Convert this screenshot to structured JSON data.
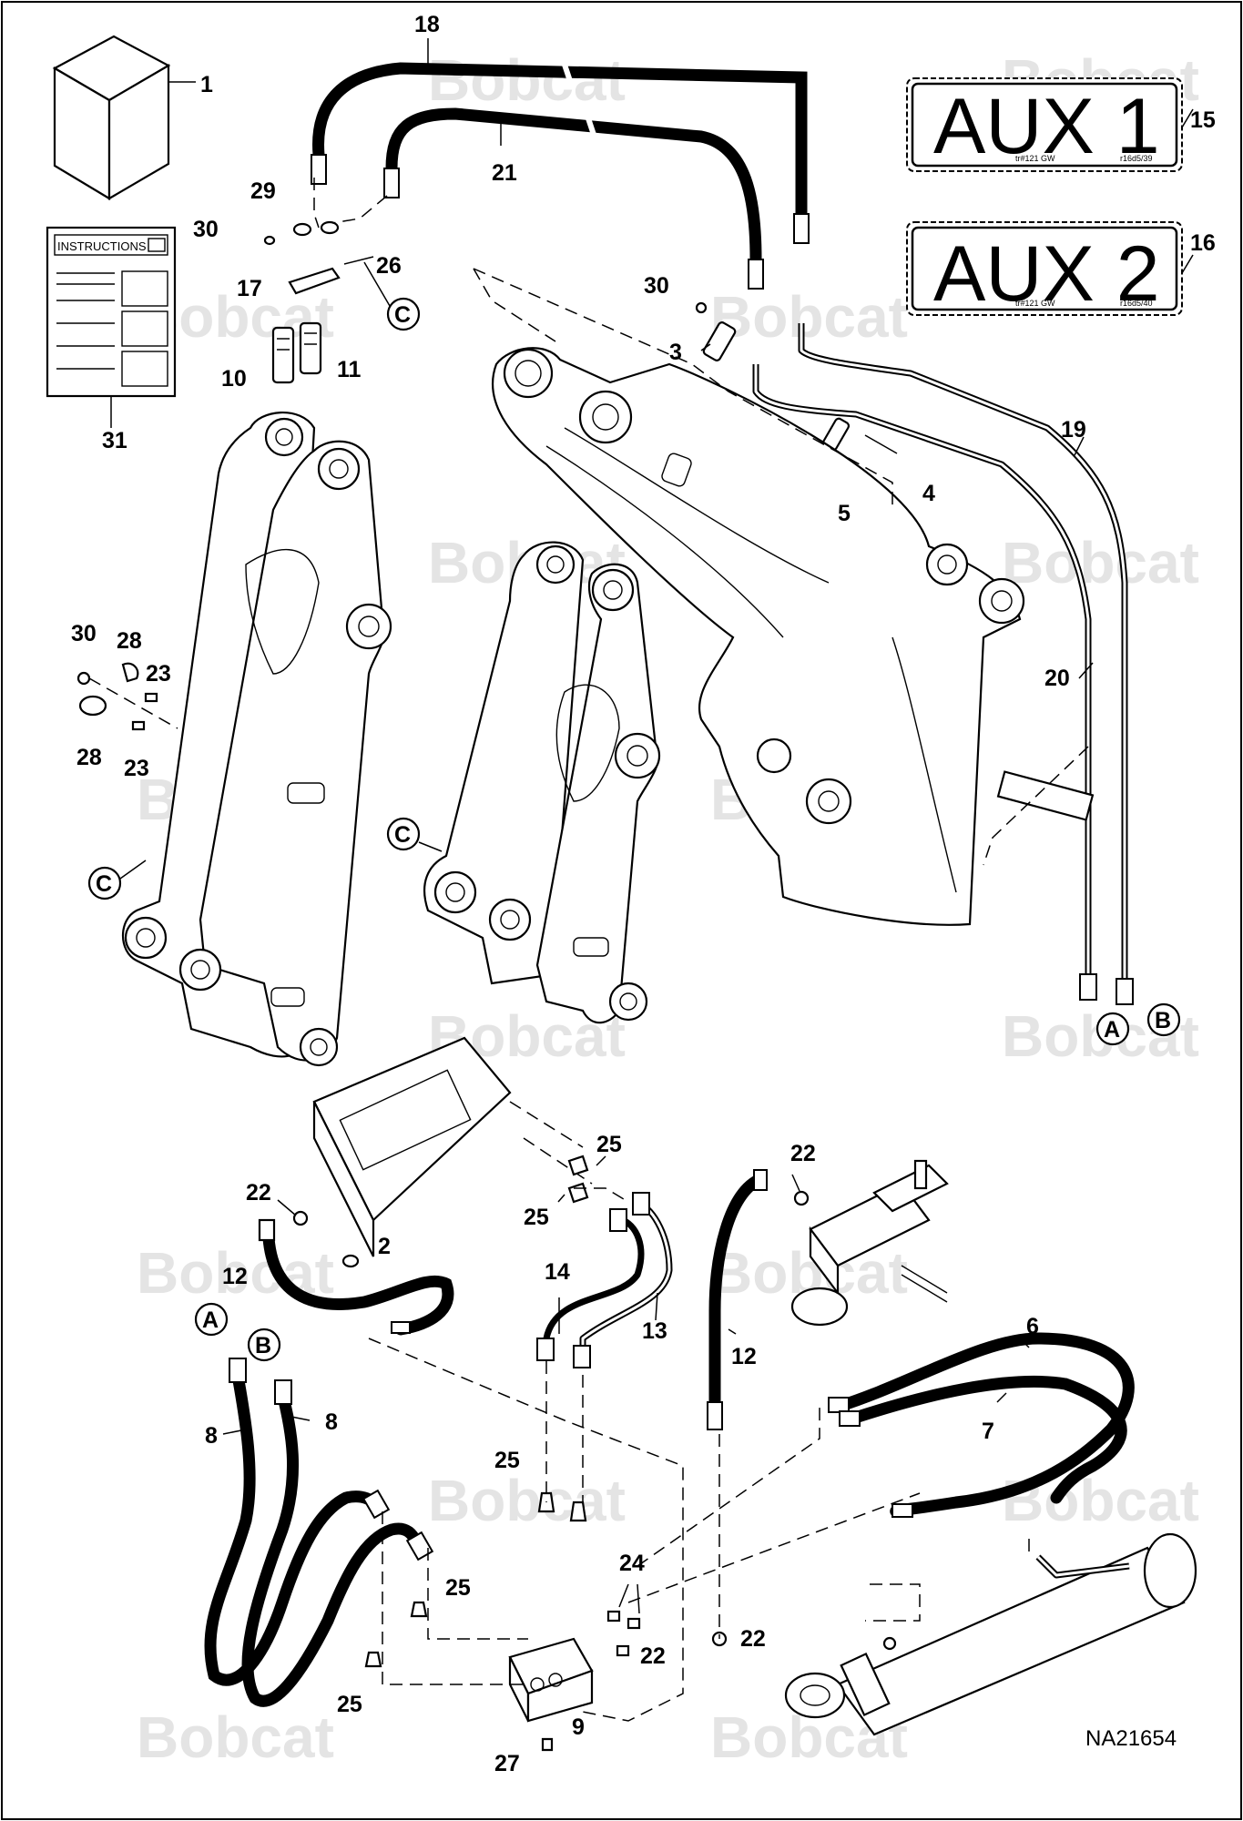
{
  "watermark": "Bobcat",
  "drawing_number": "NA21654",
  "instructions_title": "INSTRUCTIONS",
  "decal_aux1": {
    "text": "AUX 1",
    "small_left": "tr#121 GW",
    "small_right": "r16d5/39"
  },
  "decal_aux2": {
    "text": "AUX 2",
    "small_left": "tr#121 GW",
    "small_right": "r16d5/40"
  },
  "connector_letters": {
    "a": "A",
    "b": "B",
    "c": "C"
  },
  "callouts": {
    "n1": "1",
    "n2": "2",
    "n3": "3",
    "n4": "4",
    "n5": "5",
    "n6": "6",
    "n7": "7",
    "n8": "8",
    "n9": "9",
    "n10": "10",
    "n11": "11",
    "n12": "12",
    "n13": "13",
    "n14": "14",
    "n15": "15",
    "n16": "16",
    "n17": "17",
    "n18": "18",
    "n19": "19",
    "n20": "20",
    "n21": "21",
    "n22": "22",
    "n23": "23",
    "n24": "24",
    "n25": "25",
    "n26": "26",
    "n27": "27",
    "n28": "28",
    "n29": "29",
    "n30": "30",
    "n31": "31"
  }
}
